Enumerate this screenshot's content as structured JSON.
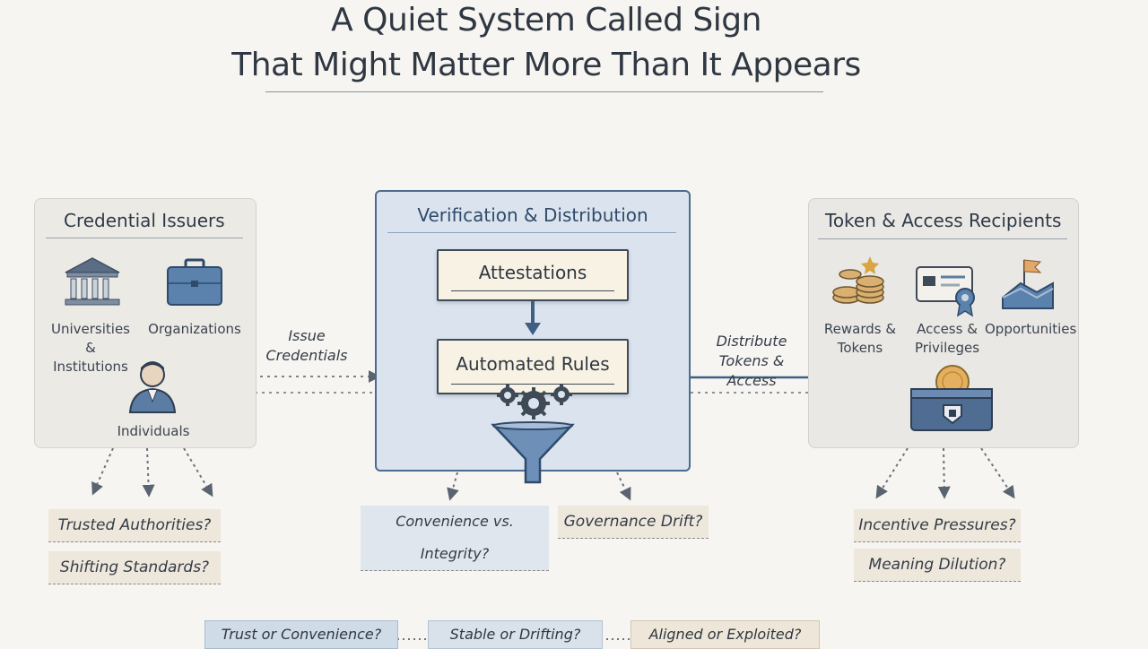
{
  "title": {
    "line1": "A Quiet System Called Sign",
    "line2": "That Might Matter More Than It Appears"
  },
  "left_panel": {
    "title": "Credential Issuers",
    "items": [
      {
        "label": "Universities & Institutions",
        "icon": "university-building-icon"
      },
      {
        "label": "Organizations",
        "icon": "briefcase-icon"
      },
      {
        "label": "Individuals",
        "icon": "person-icon"
      }
    ],
    "questions": [
      "Trusted Authorities?",
      "Shifting Standards?"
    ]
  },
  "issue_label": "Issue Credentials",
  "center_panel": {
    "title": "Verification & Distribution",
    "attestations": "Attestations",
    "automated_rules": "Automated Rules",
    "questions": [
      "Convenience vs. Integrity?",
      "Governance Drift?"
    ]
  },
  "distribute_label": "Distribute Tokens & Access",
  "right_panel": {
    "title": "Token & Access Recipients",
    "items": [
      {
        "label": "Rewards & Tokens",
        "icon": "coins-icon"
      },
      {
        "label": "Access & Privileges",
        "icon": "access-card-icon"
      },
      {
        "label": "Opportunities",
        "icon": "flag-mountain-icon"
      }
    ],
    "questions": [
      "Incentive Pressures?",
      "Meaning Dilution?"
    ]
  },
  "bottom_questions": [
    "Trust or Convenience?",
    "Stable or Drifting?",
    "Aligned or Exploited?"
  ],
  "colors": {
    "background": "#f7f5f1",
    "center_border": "#4b6b8f",
    "center_fill": "#dbe4ee",
    "icon_blue": "#5b7da3",
    "accent_gold": "#d9a441"
  }
}
